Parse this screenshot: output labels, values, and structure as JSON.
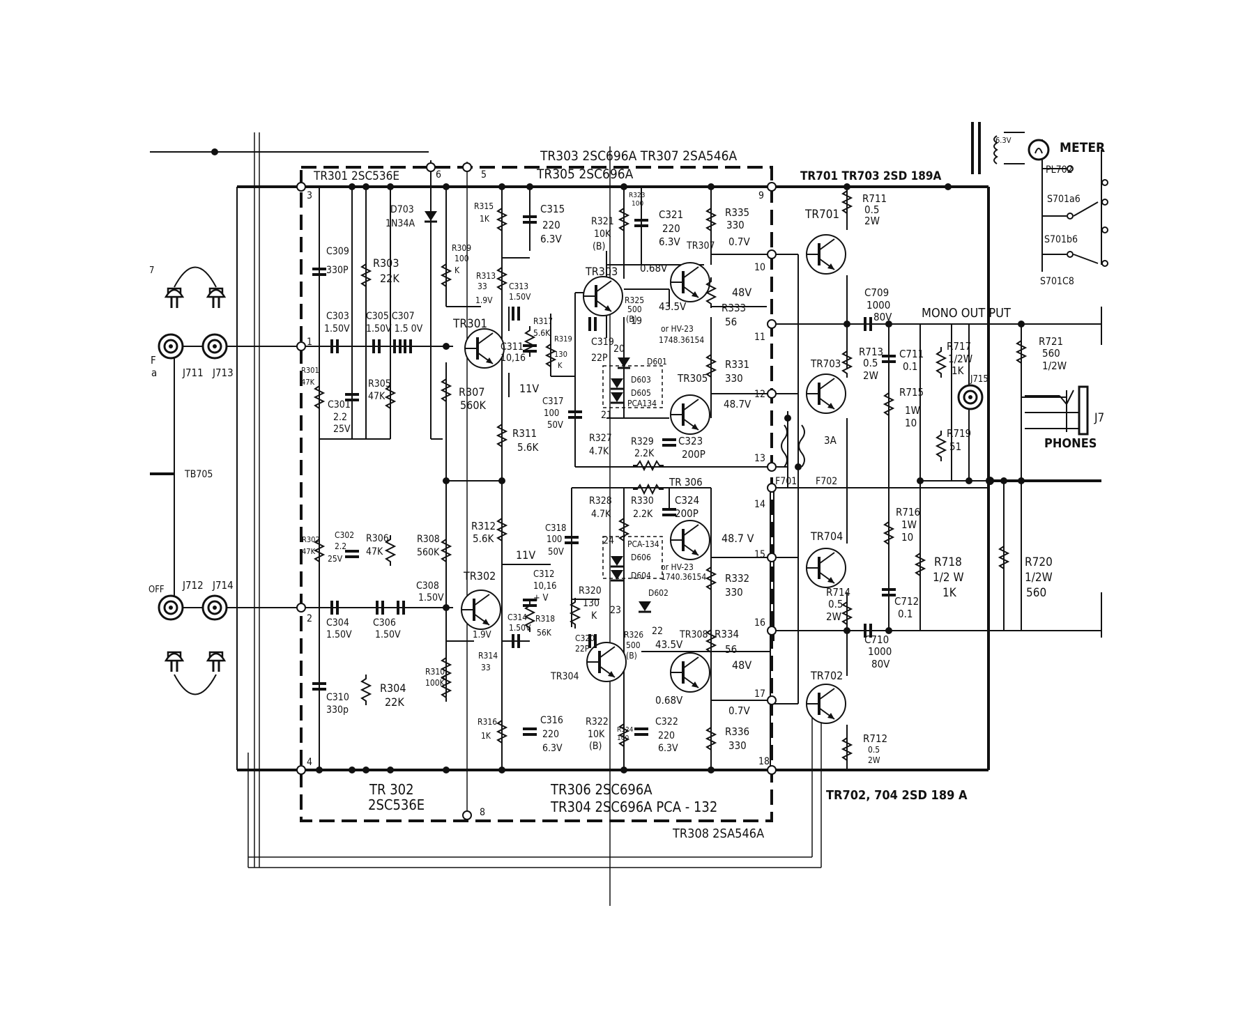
{
  "header": {
    "tr303_title": "TR303  2SC696A  TR307  2SA546A",
    "tr305_title": "TR305  2SC696A",
    "tr301_title": "TR301   2SC536E",
    "out_top_title": "TR701  TR703  2SD 189A",
    "meter": "METER",
    "v63": "6.3V"
  },
  "footer": {
    "tr302": "TR 302",
    "tr302_type": "2SC536E",
    "tr306": "TR306  2SC696A",
    "tr304": "TR304  2SC696A   PCA - 132",
    "tr308": "TR308  2SA546A",
    "out_bottom": "TR702, 704  2SD 189 A"
  },
  "terminals": [
    "1",
    "2",
    "3",
    "4",
    "5",
    "6",
    "8",
    "9",
    "10",
    "11",
    "12",
    "13",
    "14",
    "15",
    "16",
    "17",
    "18",
    "19",
    "20",
    "21",
    "22",
    "23",
    "24"
  ],
  "upper_channel": {
    "c309": "C309",
    "c309_v": "330P",
    "r303": "R303",
    "r303_v": "22K",
    "c303": "C303",
    "c303_v": "1.50V",
    "c305": "C305 C307",
    "c305_v": "1.50V 1.5  0V",
    "r301": "R301",
    "r301_v": "47K",
    "c301": "C301",
    "c301_v": "2.2",
    "c301_v2": "25V",
    "r305": "R305",
    "r305_v": "47K",
    "d703": "D703",
    "d703_v": "1N34A",
    "r309": "R309",
    "r309_v": "100",
    "r309_k": "K",
    "r307": "R307",
    "r307_v": "560K",
    "r315": "R315",
    "r315_v": "1K",
    "r313": "R313",
    "r313_v": "33",
    "v19": "1.9V",
    "c313": "C313",
    "c313_v": "1.50V",
    "c311": "C311",
    "c311_v": "10,16",
    "r317": "R317",
    "r317_v": "5.6K",
    "r319": "R319",
    "r319_v": "130",
    "r319_k": "K",
    "v11": "11V",
    "r311": "R311",
    "r311_v": "5.6K",
    "c317": "C317",
    "c317_v": "100",
    "c317_v2": "50V",
    "c315": "C315",
    "c315_v": "220",
    "c315_v2": "6.3V",
    "tr301": "TR301",
    "tr303": "TR303",
    "r321": "R321",
    "r321_v": "10K",
    "r321_b": "(B)",
    "r323": "R323",
    "r323_v": "100",
    "c321": "C321",
    "c321_v": "220",
    "c321_v2": "6.3V",
    "v068": "0.68V",
    "r325": "R325",
    "r325_v": "500",
    "r325_b": "(B)",
    "v435": "43.5V",
    "hv23": "or HV-23",
    "d601_part": "1748.36154",
    "d601": "D601",
    "c319": "C319",
    "c319_v": "22P",
    "d603": "D603",
    "d605": "D605",
    "pca134": "PCA134",
    "tr307": "TR307",
    "tr305": "TR305",
    "r335": "R335",
    "r335_v": "330",
    "v07": "0.7V",
    "v48": "48V",
    "r333": "R333",
    "r333_v": "56",
    "r331": "R331",
    "r331_v": "330",
    "v487": "48.7V",
    "r327": "R327",
    "r327_v": "4.7K",
    "r329": "R329",
    "r329_v": "2.2K",
    "c323": "C323",
    "c323_v": "200P"
  },
  "lower_channel": {
    "c302": "C302",
    "c302_v": "2.2",
    "c302_v2": "25V",
    "r302": "R302",
    "r302_v": "47K",
    "r306": "R306",
    "r306_v": "47K",
    "c304": "C304",
    "c304_v": "1.50V",
    "c306": "C306",
    "c306_v": "1.50V",
    "c310": "C310",
    "c310_v": "330p",
    "r304": "R304",
    "r304_v": "22K",
    "r308": "R308",
    "r308_v": "560K",
    "c308": "C308",
    "c308_v": "1.50V",
    "r310": "R310",
    "r310_v": "100K",
    "r312": "R312",
    "r312_v": "5.6K",
    "v11": "11V",
    "c318": "C318",
    "c318_v": "100",
    "c318_v2": "50V",
    "tr302": "TR302",
    "c312": "C312",
    "c312_v": "10,16",
    "c312_v2": "+ V",
    "v19": "1.9V",
    "c314": "C314",
    "c314_v": "1.50V",
    "r318": "R318",
    "r318_v": "56K",
    "r314": "R314",
    "r314_v": "33",
    "r316": "R316",
    "r316_v": "1K",
    "c316": "C316",
    "c316_v": "220",
    "c316_v2": "6.3V",
    "r320": "R320",
    "r320_v": "130",
    "r320_k": "K",
    "c320": "C320",
    "c320_v": "22P",
    "tr304": "TR304",
    "r322": "R322",
    "r322_v": "10K",
    "r322_b": "(B)",
    "r324": "R324",
    "r324_v": "100",
    "c322": "C322",
    "c322_v": "220",
    "c322_v2": "6.3V",
    "v068": "0.68V",
    "r326": "R326",
    "r326_v": "500",
    "r326_b": "(B)",
    "v435": "43.5V",
    "d602": "D602",
    "r328": "R328",
    "r328_v": "4.7K",
    "r330": "R330",
    "r330_v": "2.2K",
    "c324": "C324",
    "c324_v": "200P",
    "tr306": "TR 306",
    "pca134": "PCA-134",
    "d606": "D606",
    "d604": "D604",
    "hv23": "or HV-23",
    "d604_part": "1740.36154",
    "tr308": "TR308",
    "v487": "48.7 V",
    "r332": "R332",
    "r332_v": "330",
    "r334": "R334",
    "r334_v": "56",
    "v48": "48V",
    "v07": "0.7V",
    "r336": "R336",
    "r336_v": "330"
  },
  "output": {
    "tr701": "TR701",
    "tr703": "TR703",
    "tr704": "TR704",
    "tr702": "TR702",
    "r711": "R711",
    "r711_v": "0.5",
    "r711_w": "2W",
    "r713": "R713",
    "r713_v": "0.5",
    "r713_w": "2W",
    "r714": "R714",
    "r714_v": "0.5",
    "r714_w": "2W",
    "r712": "R712",
    "r712_v": "0.5",
    "r712_w": "2W",
    "c709": "C709",
    "c709_v": "1000",
    "c709_v2": "80V",
    "c710": "C710",
    "c710_v": "1000",
    "c710_v2": "80V",
    "c711": "C711",
    "c711_v": "0.1",
    "c712": "C712",
    "c712_v": "0.1",
    "r715": "R715",
    "r715_v": "1W",
    "r715_v2": "10",
    "r716": "R716",
    "r716_v": "1W",
    "r716_v2": "10",
    "r717": "R717",
    "r717_v": "1/2W",
    "r717_v2": "1K",
    "r718": "R718",
    "r718_v": "1/2 W",
    "r718_v2": "1K",
    "r719": "R719",
    "r719_v": "51",
    "r720": "R720",
    "r720_v": "1/2W",
    "r720_v2": "560",
    "r721": "R721",
    "r721_v": "560",
    "r721_v2": "1/2W",
    "mono": "MONO OUT PUT",
    "j715": "J715",
    "phones": "PHONES",
    "jack": "J7",
    "f701": "F701",
    "f702": "F702",
    "fuse": "3A",
    "pl702": "PL702",
    "s701a6": "S701a6",
    "s701b6": "S701b6",
    "s701c8": "S701C8"
  },
  "left": {
    "j711": "J711",
    "j713": "J713",
    "j712": "J712",
    "j714": "J714",
    "tb705": "TB705",
    "off": "OFF",
    "edge_a": "a",
    "edge_f": "F",
    "edge_7": "7"
  }
}
